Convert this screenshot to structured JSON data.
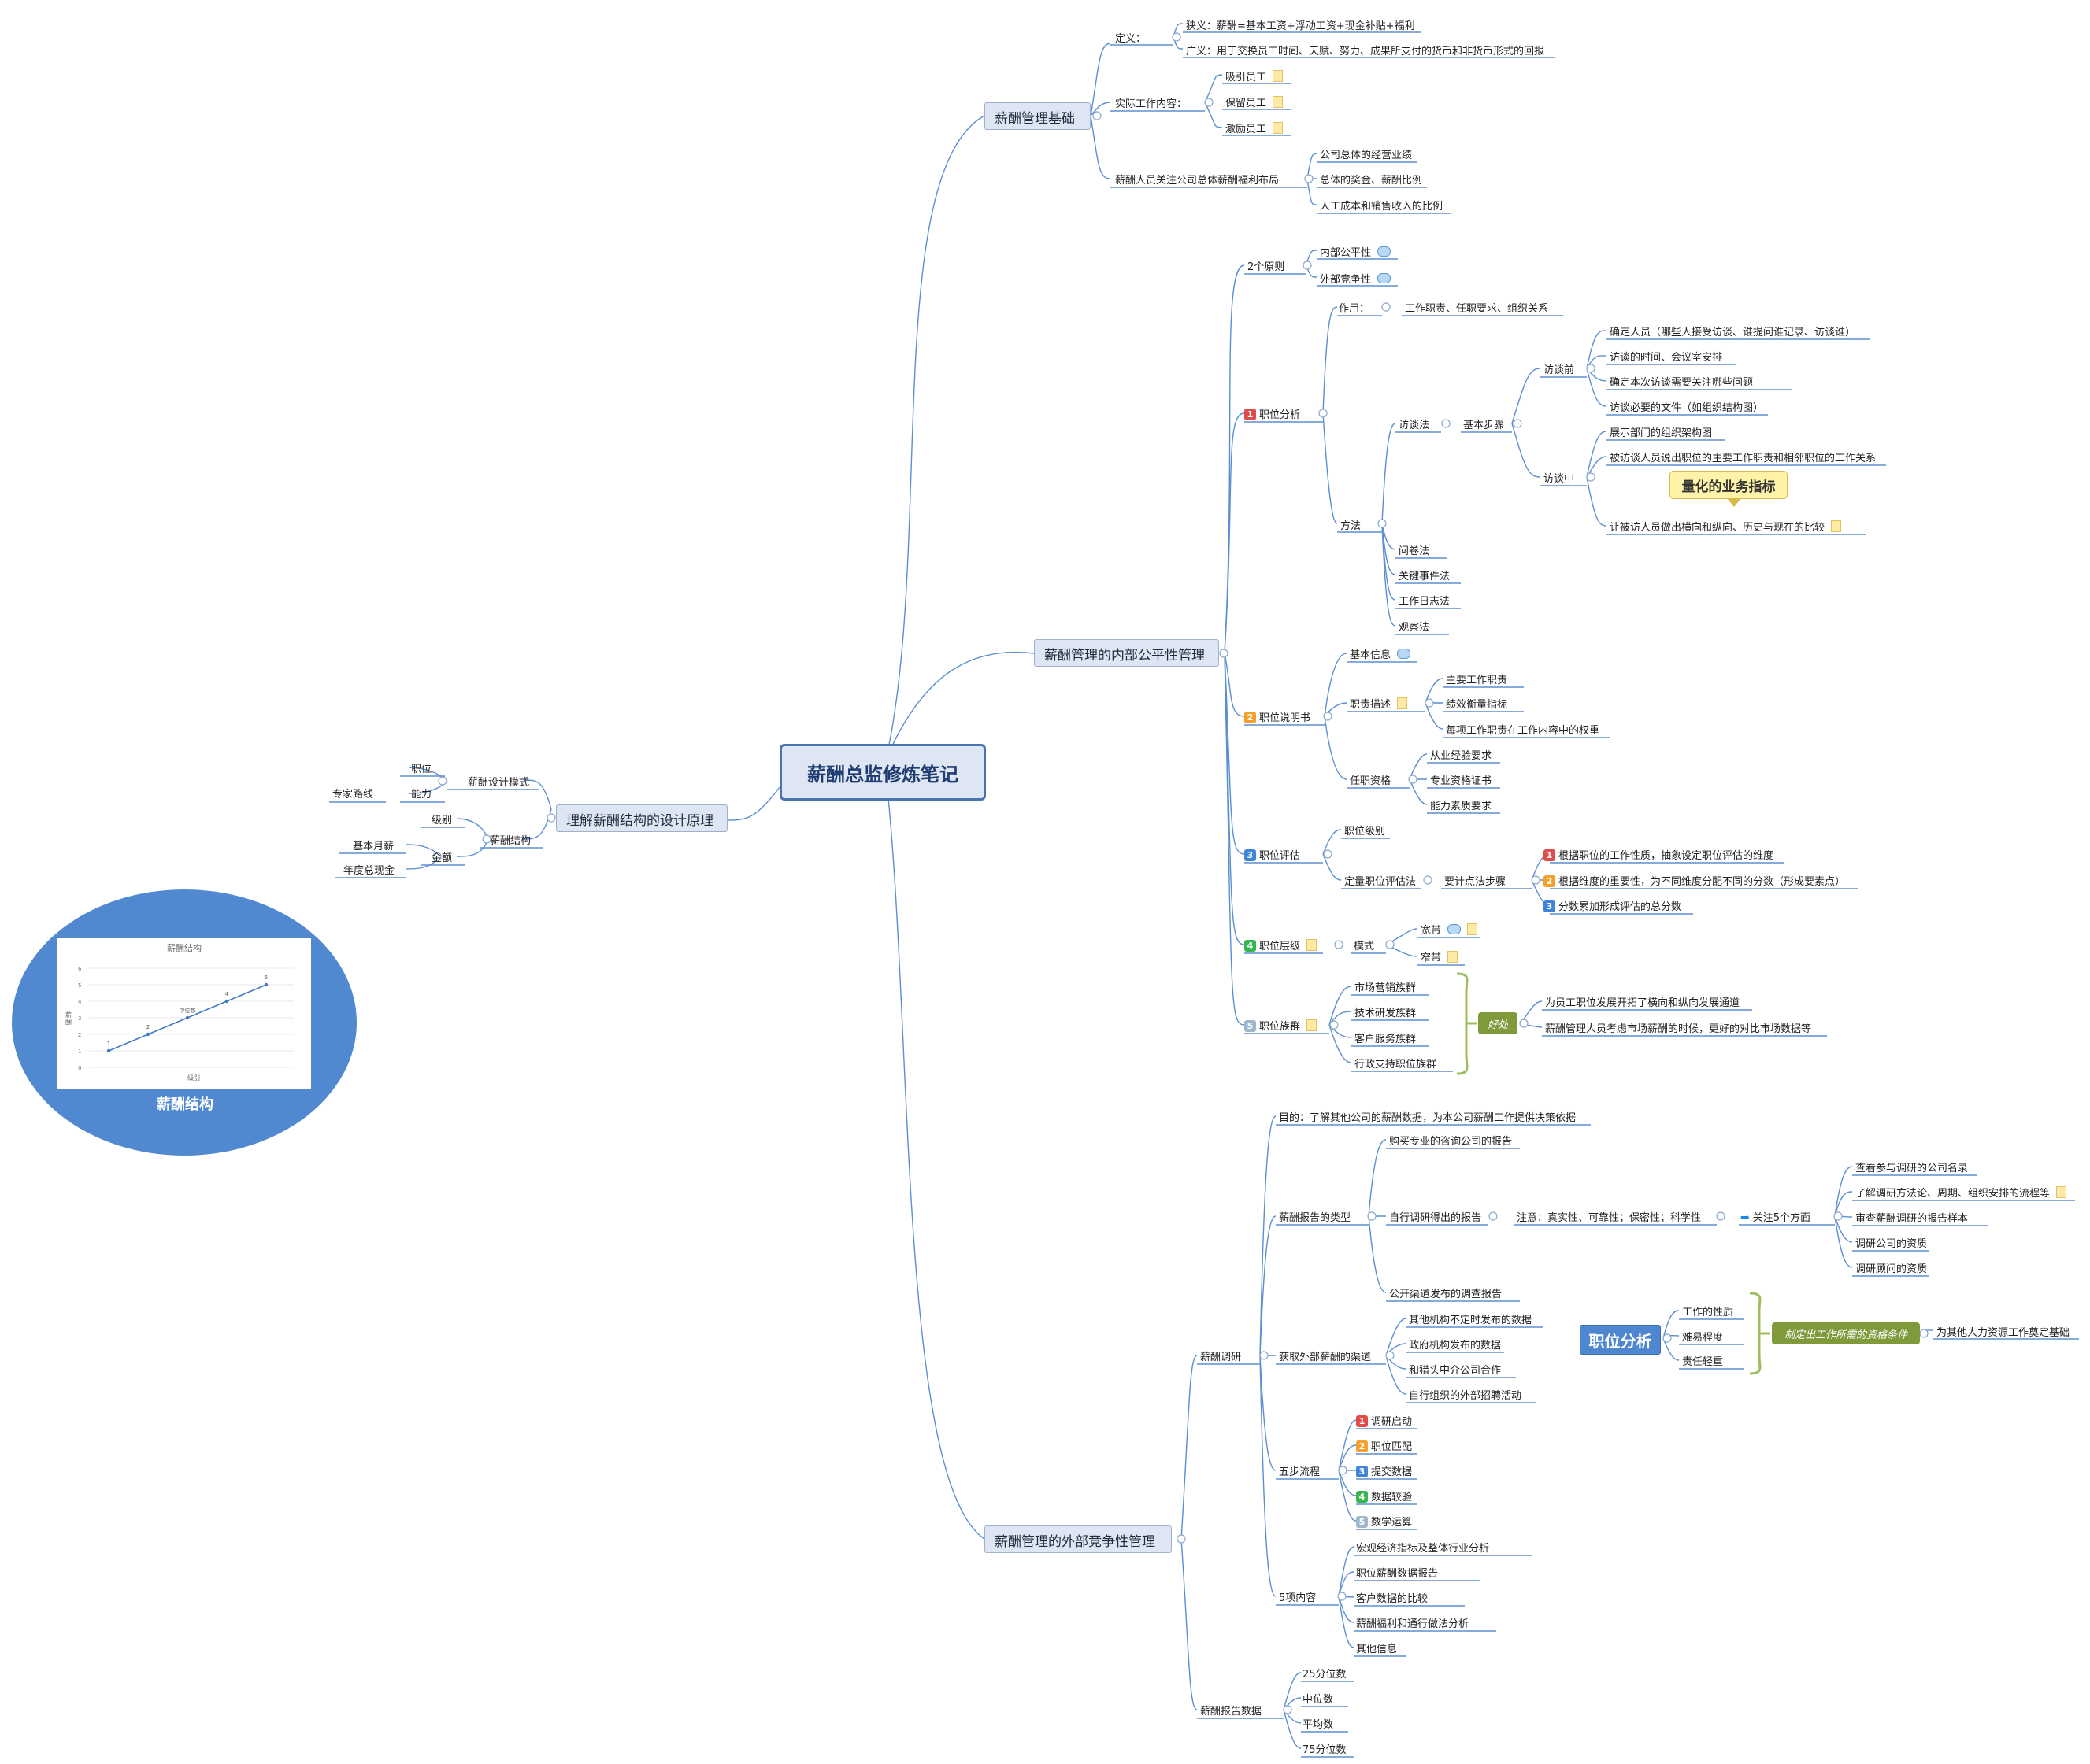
{
  "root": {
    "label": "薪酬总监修炼笔记"
  },
  "left_branch": {
    "label": "理解薪酬结构的设计原理",
    "design_mode": {
      "label": "薪酬设计模式",
      "items": [
        "职位",
        "能力"
      ],
      "ability_child": "专家路线"
    },
    "structure": {
      "label": "薪酬结构",
      "items": [
        "级别",
        "金额"
      ],
      "amount_children": [
        "基本月薪",
        "年度总现金"
      ]
    }
  },
  "chart_topic": {
    "label": "薪酬结构"
  },
  "chart_data": {
    "type": "line",
    "title": "薪酬结构",
    "xlabel": "级别",
    "ylabel": "薪\n酬",
    "ylim": [
      0,
      6
    ],
    "yticks": [
      "0",
      "1",
      "2",
      "3",
      "4",
      "5",
      "6"
    ],
    "series": [
      {
        "values": [
          1,
          2,
          3,
          4,
          5
        ],
        "labels": [
          "1",
          "2",
          "中位数",
          "4",
          "5"
        ]
      }
    ]
  },
  "b1": {
    "label": "薪酬管理基础",
    "definition": {
      "label": "定义：",
      "items": [
        "狭义：薪酬=基本工资+浮动工资+现金补贴+福利",
        "广义：用于交换员工时间、天赋、努力、成果所支付的货币和非货币形式的回报"
      ]
    },
    "work": {
      "label": "实际工作内容：",
      "items": [
        "吸引员工",
        "保留员工",
        "激励员工"
      ]
    },
    "concern": {
      "label": "薪酬人员关注公司总体薪酬福利布局",
      "items": [
        "公司总体的经营业绩",
        "总体的奖金、薪酬比例",
        "人工成本和销售收入的比例"
      ]
    }
  },
  "b2": {
    "label": "薪酬管理的内部公平性管理",
    "principles": {
      "label": "2个原则",
      "items": [
        "内部公平性",
        "外部竞争性"
      ]
    },
    "analysis": {
      "label": "职位分析",
      "marker": "1",
      "role": {
        "label": "作用：",
        "value": "工作职责、任职要求、组织关系"
      },
      "methods": {
        "label": "方法",
        "interview": {
          "label": "访谈法",
          "steps": "基本步骤",
          "before": {
            "label": "访谈前",
            "items": [
              "确定人员（哪些人接受访谈、谁提问谁记录、访谈谁）",
              "访谈的时间、会议室安排",
              "确定本次访谈需要关注哪些问题",
              "访谈必要的文件（如组织结构图）"
            ]
          },
          "during": {
            "label": "访谈中",
            "items": [
              "展示部门的组织架构图",
              "被访谈人员说出职位的主要工作职责和相邻职位的工作关系",
              "让被访人员做出横向和纵向、历史与现在的比较"
            ],
            "callout": "量化的业务指标"
          }
        },
        "others": [
          "问卷法",
          "关键事件法",
          "工作日志法",
          "观察法"
        ]
      }
    },
    "jd": {
      "label": "职位说明书",
      "marker": "2",
      "basic": "基本信息",
      "duty": {
        "label": "职责描述",
        "items": [
          "主要工作职责",
          "绩效衡量指标",
          "每项工作职责在工作内容中的权重"
        ]
      },
      "qual": {
        "label": "任职资格",
        "items": [
          "从业经验要求",
          "专业资格证书",
          "能力素质要求"
        ]
      }
    },
    "eval": {
      "label": "职位评估",
      "marker": "3",
      "grade": "职位级别",
      "quant": {
        "label": "定量职位评估法",
        "factor": "要计点法步骤",
        "items": [
          "根据职位的工作性质，抽象设定职位评估的维度",
          "根据维度的重要性，为不同维度分配不同的分数（形成要素点）",
          "分数累加形成评估的总分数"
        ]
      }
    },
    "levels": {
      "label": "职位层级",
      "marker": "4",
      "mode": "模式",
      "items": [
        "宽带",
        "窄带"
      ]
    },
    "families": {
      "label": "职位族群",
      "marker": "5",
      "items": [
        "市场营销族群",
        "技术研发族群",
        "客户服务族群",
        "行政支持职位族群"
      ],
      "summary": "好处",
      "benefits": [
        "为员工职位发展开拓了横向和纵向发展通道",
        "薪酬管理人员考虑市场薪酬的时候，更好的对比市场数据等"
      ]
    }
  },
  "b3": {
    "label": "薪酬管理的外部竞争性管理",
    "survey": {
      "label": "薪酬调研",
      "purpose": "目的：了解其他公司的薪酬数据，为本公司薪酬工作提供决策依据",
      "types": {
        "label": "薪酬报告的类型",
        "buy": "购买专业的咨询公司的报告",
        "self": {
          "label": "自行调研得出的报告",
          "note": "注意：真实性、可靠性；保密性；科学性",
          "focus": "关注5个方面",
          "items": [
            "查看参与调研的公司名录",
            "了解调研方法论、周期、组织安排的流程等",
            "审查薪酬调研的报告样本",
            "调研公司的资质",
            "调研顾问的资质"
          ]
        },
        "public": "公开渠道发布的调查报告"
      },
      "channels": {
        "label": "获取外部薪酬的渠道",
        "items": [
          "其他机构不定时发布的数据",
          "政府机构发布的数据",
          "和猎头中介公司合作",
          "自行组织的外部招聘活动"
        ]
      },
      "process": {
        "label": "五步流程",
        "items": [
          "调研启动",
          "职位匹配",
          "提交数据",
          "数据较验",
          "数学运算"
        ]
      },
      "content": {
        "label": "5项内容",
        "items": [
          "宏观经济指标及整体行业分析",
          "职位薪酬数据报告",
          "客户数据的比较",
          "薪酬福利和通行做法分析",
          "其他信息"
        ]
      }
    },
    "report": {
      "label": "薪酬报告数据",
      "items": [
        "25分位数",
        "中位数",
        "平均数",
        "75分位数"
      ]
    }
  },
  "float_topic": {
    "label": "职位分析",
    "items": [
      "工作的性质",
      "难易程度",
      "责任轻重"
    ],
    "summary": "制定出工作所需的资格条件",
    "result": "为其他人力资源工作奠定基础"
  }
}
